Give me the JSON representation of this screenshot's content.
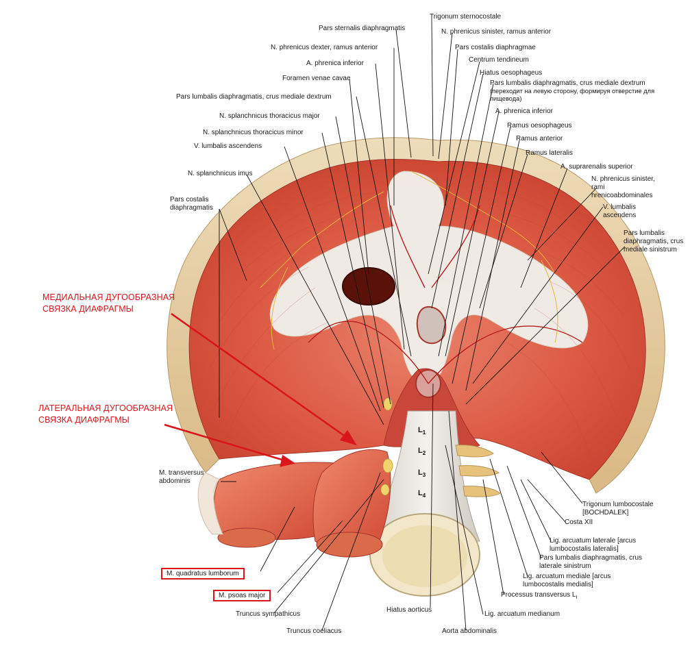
{
  "labels": {
    "pars_sternalis": "Pars sternalis diaphragmatis",
    "trigonum_sternocostale": "Trigonum sternocostale",
    "n_phrenicus_sinister_ant": "N. phrenicus sinister, ramus anterior",
    "n_phrenicus_dexter_ant": "N. phrenicus dexter, ramus anterior",
    "pars_costalis_diaphragmae": "Pars costalis diaphragmae",
    "a_phrenica_inferior_r": "A. phrenica inferior",
    "centrum_tendineum": "Centrum tendineum",
    "foramen_venae_cavae": "Foramen venae cavae",
    "hiatus_oesophageus": "Hiatus oesophageus",
    "pars_lumbalis_crus_med_dextrum": "Pars lumbalis diaphragmatis, crus mediale dextrum",
    "pars_lumbalis_crus_med_dextrum_r": "Pars lumbalis diaphragmatis, crus mediale dextrum",
    "pars_lumbalis_note": "(переходит на левую сторону, формируя отверстие для пищевода)",
    "a_phrenica_inferior_l": "A. phrenica inferior",
    "n_splanchnicus_major": "N. splanchnicus thoracicus major",
    "ramus_oesophageus": "Ramus oesophageus",
    "n_splanchnicus_minor": "N. splanchnicus thoracicus minor",
    "ramus_anterior": "Ramus anterior",
    "v_lumbalis_ascendens_r": "V. lumbalis ascendens",
    "ramus_lateralis": "Ramus lateralis",
    "a_suprarenalis_superior": "A. suprarenalis superior",
    "n_splanchnicus_imus": "N. splanchnicus imus",
    "n_phrenicus_sinister_rami": "N. phrenicus sinister, rami hrenicoabdominales",
    "pars_costalis_diaphragmatis": "Pars costalis diaphragmatis",
    "v_lumbalis_ascendens_l": "V. lumbalis ascendens",
    "pars_lumbalis_crus_med_sinistrum": "Pars lumbalis diaphragmatis, crus mediale sinistrum",
    "m_transversus": "M. transversus abdominis",
    "trigonum_lumbocostale": "Trigonum lumbocostale [BOCHDALEK]",
    "costa_xii": "Costa XII",
    "lig_arcuatum_laterale": "Lig. arcuatum laterale [arcus lumbocostalis lateralis]",
    "pars_lumbalis_crus_lat_sinistrum": "Pars lumbalis diaphragmatis, crus laterale sinistrum",
    "lig_arcuatum_mediale": "Lig. arcuatum mediale [arcus lumbocostalis medialis]",
    "processus_transversus": "Processus transversus L",
    "processus_transversus_sub": "I",
    "lig_arcuatum_medianum": "Lig. arcuatum medianum",
    "m_quadratus": "M. quadratus lumborum",
    "m_psoas": "M. psoas major",
    "truncus_sympathicus": "Truncus sympathicus",
    "hiatus_aorticus": "Hiatus aorticus",
    "truncus_coeliacus": "Truncus coeliacus",
    "aorta_abdominalis": "Aorta abdominalis"
  },
  "annotations": {
    "medial_ligament": "МЕДИАЛЬНАЯ ДУГООБРАЗНАЯ СВЯЗКА ДИАФРАГМЫ",
    "lateral_ligament": "ЛАТЕРАЛЬНАЯ ДУГООБРАЗНАЯ СВЯЗКА ДИАФРАГМЫ"
  },
  "vertebrae": {
    "letter": "L",
    "levels": [
      "1",
      "2",
      "3",
      "4"
    ]
  },
  "colors": {
    "annotation": "#d8161b",
    "muscle": "#d9553f",
    "tendon": "#f1efea",
    "rib_rim": "#e2c79a",
    "leader": "#111111"
  }
}
